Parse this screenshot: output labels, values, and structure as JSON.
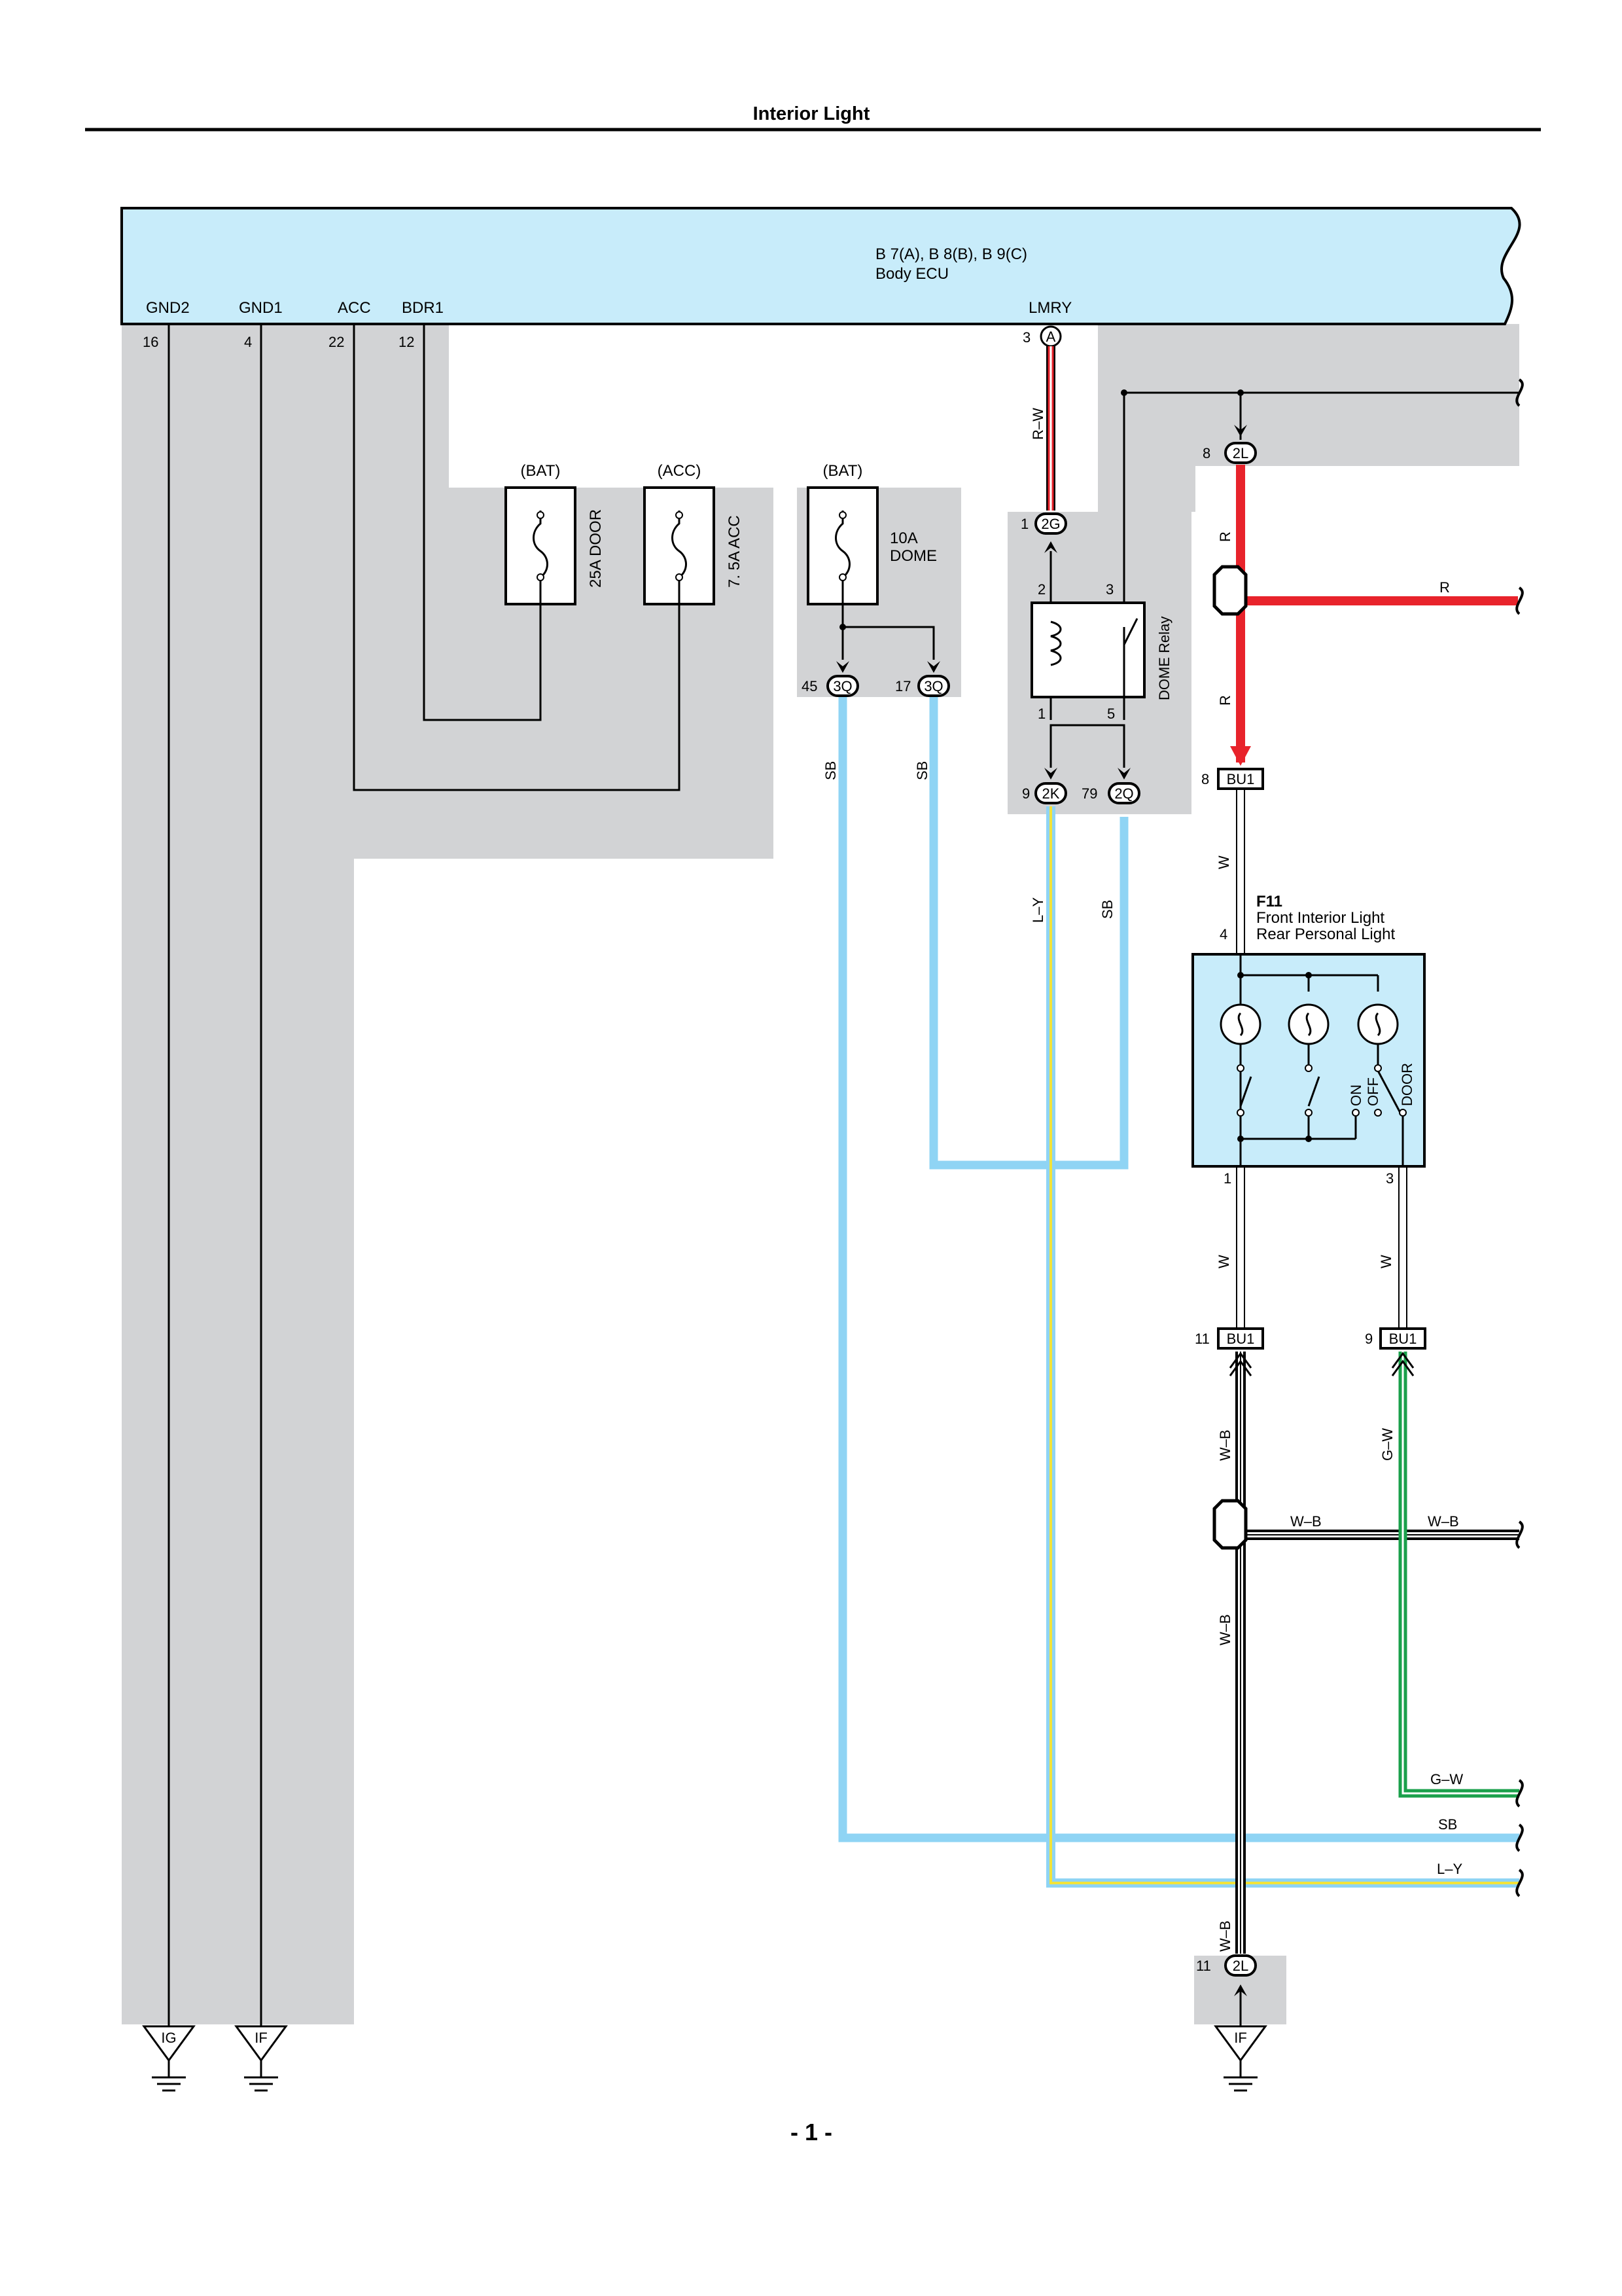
{
  "page": {
    "title": "Interior Light",
    "page_number": "- 1 -"
  },
  "ecu": {
    "connector_label": "B 7(A), B 8(B), B 9(C)",
    "name": "Body ECU"
  },
  "terminals": [
    {
      "name": "GND2",
      "pin": "16"
    },
    {
      "name": "GND1",
      "pin": "4"
    },
    {
      "name": "ACC",
      "pin": "22"
    },
    {
      "name": "BDR1",
      "pin": "12"
    },
    {
      "name": "LMRY",
      "pin": "3",
      "connector": "A"
    }
  ],
  "fuses": [
    {
      "supply": "(BAT)",
      "label": "25A DOOR"
    },
    {
      "supply": "(ACC)",
      "label": "7. 5A ACC"
    },
    {
      "supply": "(BAT)",
      "label_line1": "10A",
      "label_line2": "DOME"
    }
  ],
  "relay": {
    "name": "DOME Relay",
    "pins": [
      "2",
      "3",
      "1",
      "5"
    ]
  },
  "junctions": [
    {
      "pin": "45",
      "id": "3Q"
    },
    {
      "pin": "17",
      "id": "3Q"
    },
    {
      "pin": "1",
      "id": "2G"
    },
    {
      "pin": "9",
      "id": "2K"
    },
    {
      "pin": "79",
      "id": "2Q"
    },
    {
      "pin": "8",
      "id": "2L"
    },
    {
      "pin": "11",
      "id": "2L"
    }
  ],
  "connectors": [
    {
      "pin": "8",
      "id": "BU1"
    },
    {
      "pin": "11",
      "id": "BU1"
    },
    {
      "pin": "9",
      "id": "BU1"
    }
  ],
  "wires": {
    "rw": "R–W",
    "sb": "SB",
    "ly": "L–Y",
    "r": "R",
    "w": "W",
    "wb": "W–B",
    "gw": "G–W"
  },
  "light": {
    "code": "F11",
    "line1": "Front Interior Light",
    "line2": "Rear Personal Light",
    "pin_top": "4",
    "pin_bl": "1",
    "pin_br": "3",
    "switch_labels": [
      "ON",
      "OFF",
      "DOOR"
    ]
  },
  "grounds": [
    "IG",
    "IF",
    "IF"
  ],
  "colors": {
    "ecu_fill": "#c8ecfa",
    "shade": "#d2d3d5",
    "wire_red": "#e8232b",
    "wire_sb": "#8fd4f4",
    "wire_green": "#1aa04b",
    "wire_yellow": "#f2e33a",
    "light_fill": "#c8ecfa"
  }
}
